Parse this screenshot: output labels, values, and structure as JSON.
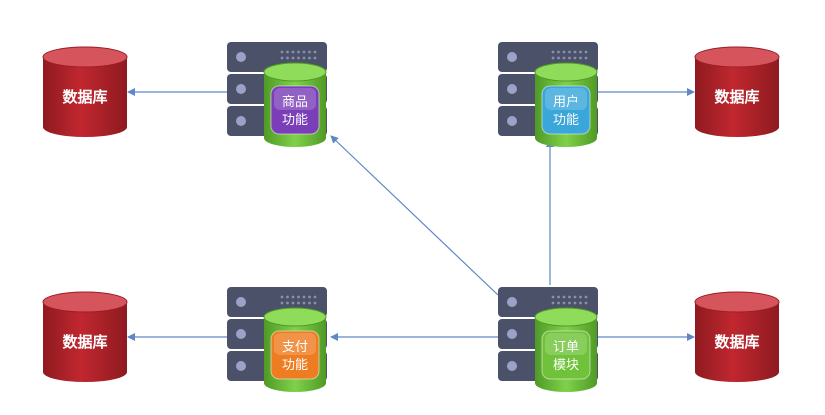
{
  "databases": [
    {
      "id": "db-product",
      "label": "数据库"
    },
    {
      "id": "db-user",
      "label": "数据库"
    },
    {
      "id": "db-payment",
      "label": "数据库"
    },
    {
      "id": "db-order",
      "label": "数据库"
    }
  ],
  "services": [
    {
      "id": "product",
      "line1": "商品",
      "line2": "功能",
      "color": "#7a3fb8"
    },
    {
      "id": "user",
      "line1": "用户",
      "line2": "功能",
      "color": "#3aa6d9"
    },
    {
      "id": "payment",
      "line1": "支付",
      "line2": "功能",
      "color": "#ee7d22"
    },
    {
      "id": "order",
      "line1": "订单",
      "line2": "模块",
      "color": "#6fc23a"
    }
  ],
  "colors": {
    "database": "#b3242c",
    "server": "#4a5169",
    "cylinder": "#6cc43a",
    "arrow": "#5d87c6"
  }
}
